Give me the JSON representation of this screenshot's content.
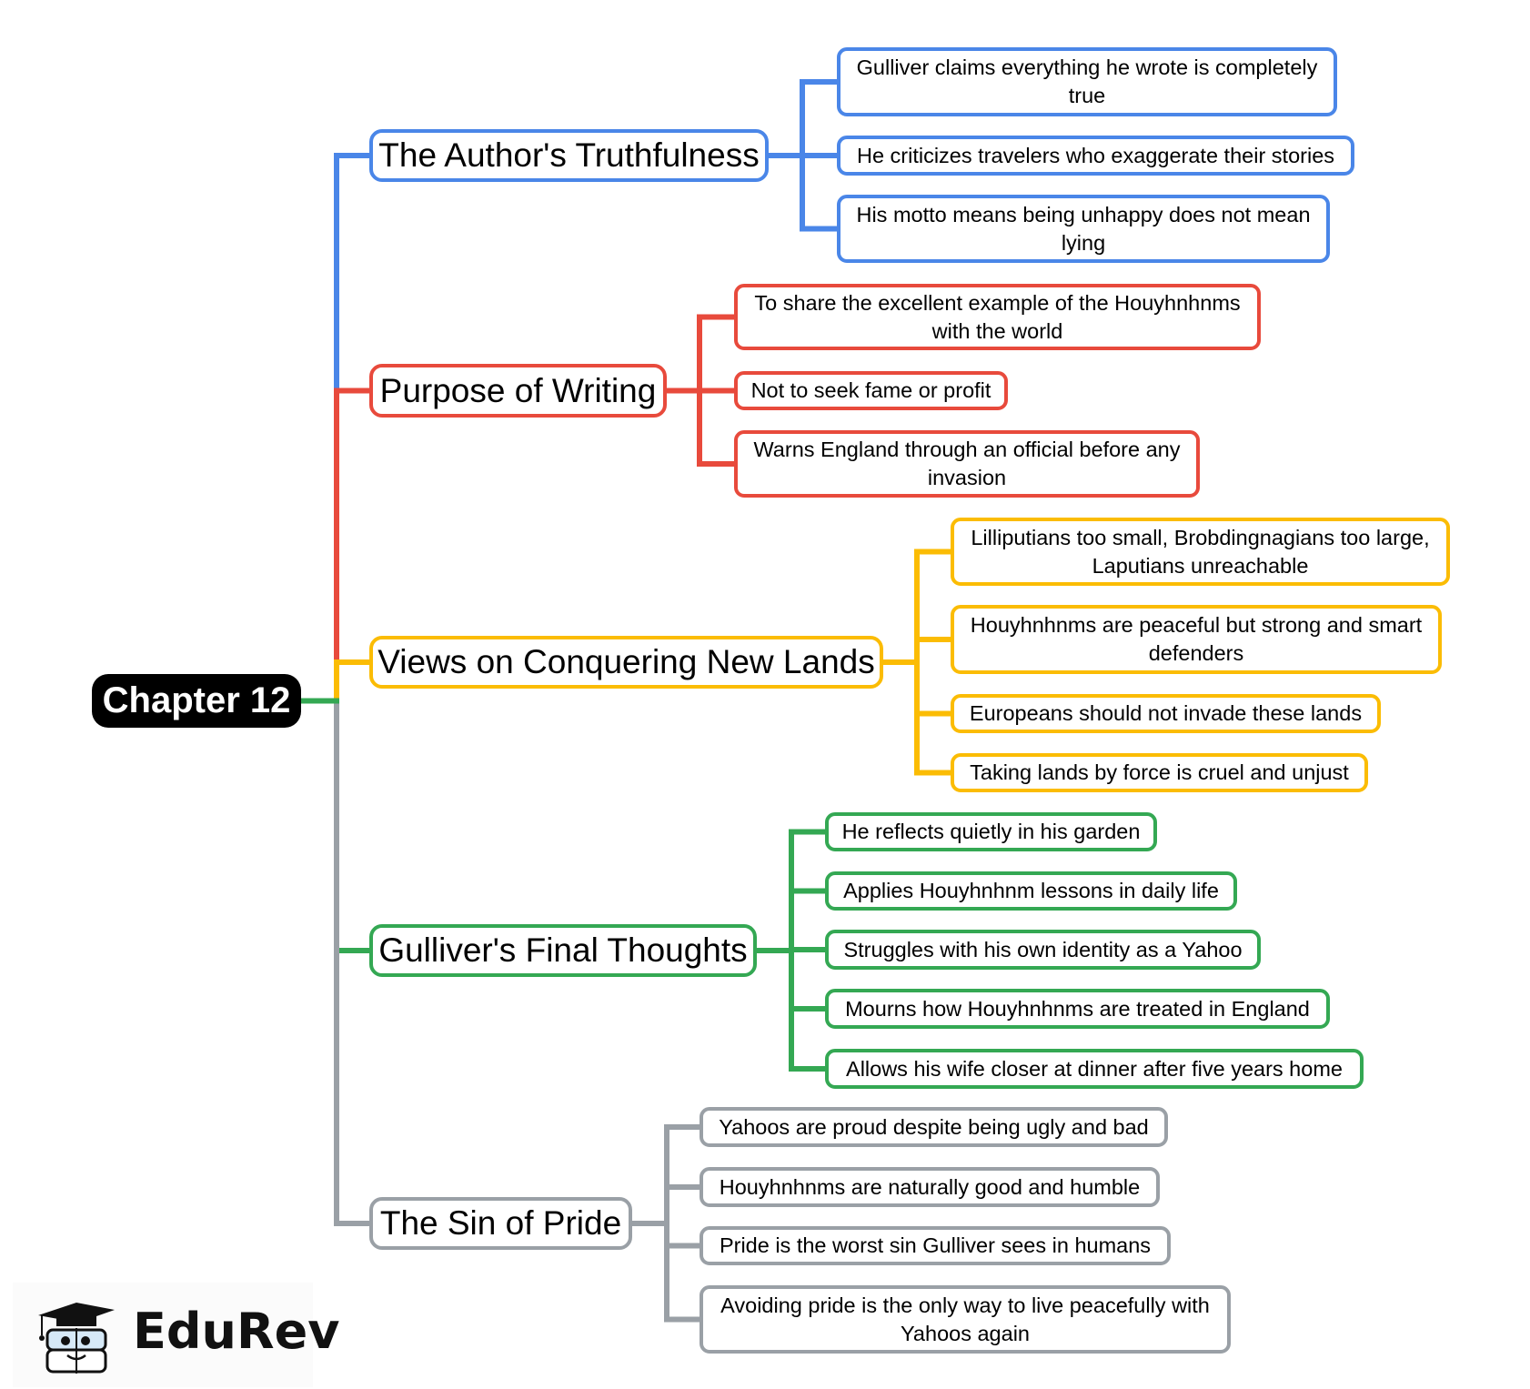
{
  "root": {
    "label": "Chapter 12"
  },
  "colors": {
    "blue": "#4a86e8",
    "red": "#e84a3c",
    "yellow": "#fbbc04",
    "green": "#34a853",
    "gray": "#9aa0a6",
    "root_bg": "#000000"
  },
  "branches": [
    {
      "label": "The Author's Truthfulness",
      "color": "#4a86e8",
      "children": [
        "Gulliver claims everything he wrote is completely true",
        "He criticizes travelers who exaggerate their stories",
        "His motto means being unhappy does not mean lying"
      ]
    },
    {
      "label": "Purpose of Writing",
      "color": "#e84a3c",
      "children": [
        "To share the excellent example of the Houyhnhnms with the world",
        "Not to seek fame or profit",
        "Warns England through an official before any invasion"
      ]
    },
    {
      "label": "Views on Conquering New Lands",
      "color": "#fbbc04",
      "children": [
        "Lilliputians too small, Brobdingnagians too large, Laputians unreachable",
        "Houyhnhnms are peaceful but strong and smart defenders",
        "Europeans should not invade these lands",
        "Taking lands by force is cruel and unjust"
      ]
    },
    {
      "label": "Gulliver's Final Thoughts",
      "color": "#34a853",
      "children": [
        "He reflects quietly in his garden",
        "Applies Houyhnhnm lessons in daily life",
        "Struggles with his own identity as a Yahoo",
        "Mourns how Houyhnhnms are treated in England",
        "Allows his wife closer at dinner after five years home"
      ]
    },
    {
      "label": "The Sin of Pride",
      "color": "#9aa0a6",
      "children": [
        "Yahoos are proud despite being ugly and bad",
        "Houyhnhnms are naturally good and humble",
        "Pride is the worst sin Gulliver sees in humans",
        "Avoiding pride is the only way to live peacefully with Yahoos again"
      ]
    }
  ],
  "logo": {
    "text": "EduRev",
    "icon": "graduation-cap-book-icon"
  }
}
